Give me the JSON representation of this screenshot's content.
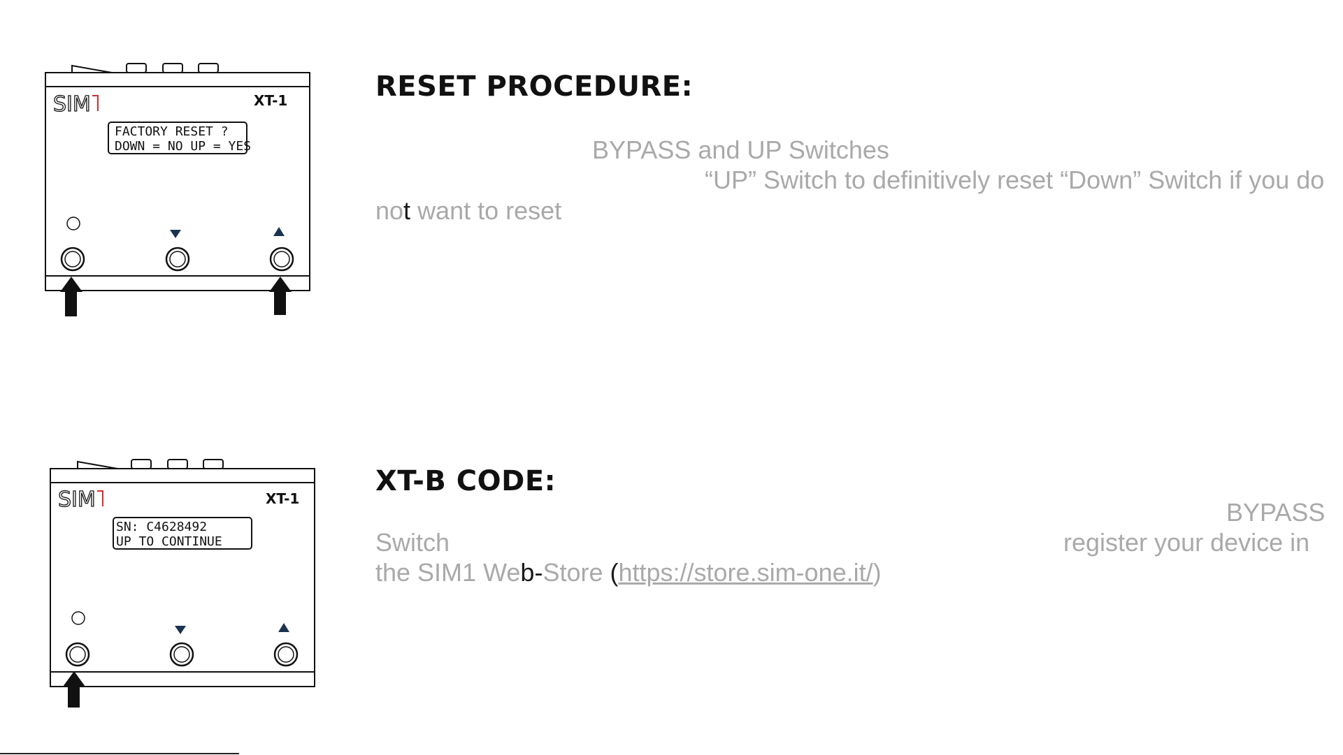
{
  "reset_section": {
    "heading": "RESET PROCEDURE:",
    "line1": "BYPASS and UP Switches",
    "line2a": "“UP” Switch to definitively reset",
    "line2b": "“Down” Switch if you do",
    "line3a": "no",
    "line3b": "t",
    "line3c": " want to reset",
    "device": {
      "brand": "SIM1",
      "model": "XT-1",
      "lcd_line1": "FACTORY RESET ?",
      "lcd_line2": "DOWN = NO  UP = YES"
    }
  },
  "xtb_section": {
    "heading": "XT-B CODE:",
    "line1": "BYPASS",
    "line2a": "Switch",
    "line2b": "register your device in",
    "line3a": "the SIM1 We",
    "line3b": "b-",
    "line3c": "Store ",
    "line3d": "(",
    "link": "https://store.sim-one.it/",
    "line3e": ")",
    "device": {
      "brand": "SIM1",
      "model": "XT-1",
      "lcd_line1": "SN: C4628492",
      "lcd_line2": "UP TO CONTINUE"
    }
  }
}
